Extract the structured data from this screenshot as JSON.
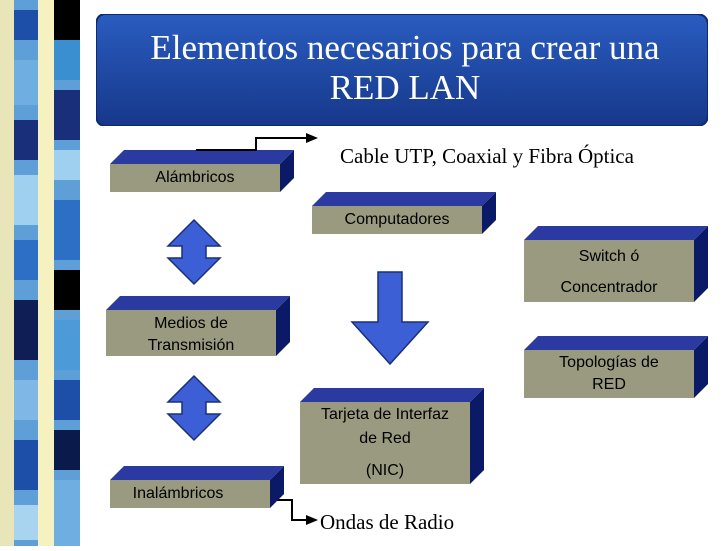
{
  "title": {
    "line1": "Elementos necesarios para crear una",
    "line2": "RED LAN"
  },
  "boxes": {
    "alambricos": "Alámbricos",
    "medios_line1": "Medios de",
    "medios_line2": "Transmisión",
    "inalambricos": "Inalámbricos",
    "computadores": "Computadores",
    "tarjeta_line1": "Tarjeta de Interfaz",
    "tarjeta_line2": "de Red",
    "tarjeta_line3": "(NIC)",
    "switch_line1": "Switch ó",
    "switch_line2": "Concentrador",
    "topologias_line1": "Topologías de",
    "topologias_line2": "RED"
  },
  "annotations": {
    "cable": "Cable UTP, Coaxial y Fibra Óptica",
    "ondas": "Ondas de Radio"
  },
  "colors": {
    "box_face": "#999a7f",
    "box_top": "#2b3aa0",
    "box_side": "#0a1a66",
    "arrow_fill": "#3d5fd6",
    "banner": "#1f4aa8"
  }
}
